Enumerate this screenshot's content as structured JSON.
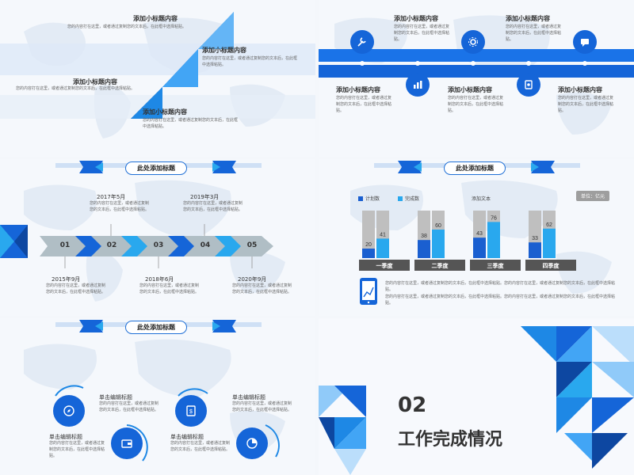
{
  "slide1": {
    "items": [
      {
        "title": "添加小标题内容",
        "text": "您的内容打在这里，或者通过复制您的文本后，在此框中选择粘贴。"
      },
      {
        "title": "添加小标题内容",
        "text": "您的内容打在这里，或者通过复制您的文本后，在此框中选择粘贴。"
      },
      {
        "title": "添加小标题内容",
        "text": "您的内容打在这里，或者通过复制您的文本后，在此框中选择粘贴。"
      },
      {
        "title": "添加小标题内容",
        "text": "您的内容打在这里，或者通过复制您的文本后，在此框中选择粘贴。"
      }
    ]
  },
  "slide2": {
    "top_items": [
      {
        "title": "添加小标题内容",
        "text": "您的内容打在这里，或者通过复制您的文本后，在此框中选择粘贴。"
      },
      {
        "title": "添加小标题内容",
        "text": "您的内容打在这里，或者通过复制您的文本后，在此框中选择粘贴。"
      }
    ],
    "bottom_items": [
      {
        "title": "添加小标题内容",
        "text": "您的内容打在这里，或者通过复制您的文本后，在此框中选择粘贴。"
      },
      {
        "title": "添加小标题内容",
        "text": "您的内容打在这里，或者通过复制您的文本后，在此框中选择粘贴。"
      },
      {
        "title": "添加小标题内容",
        "text": "您的内容打在这里，或者通过复制您的文本后，在此框中选择粘贴。"
      }
    ]
  },
  "slide3": {
    "header": "此处添加标题",
    "steps": [
      "01",
      "02",
      "03",
      "04",
      "05"
    ],
    "milestones_top": [
      {
        "date": "2017年5月",
        "text": "您的内容打在这里，或者通过复制您的文本后，在此框中选择粘贴。"
      },
      {
        "date": "2019年3月",
        "text": "您的内容打在这里，或者通过复制您的文本后，在此框中选择粘贴。"
      }
    ],
    "milestones_bottom": [
      {
        "date": "2015年9月",
        "text": "您的内容打在这里，或者通过复制您的文本后，在此框中选择粘贴。"
      },
      {
        "date": "2018年6月",
        "text": "您的内容打在这里，或者通过复制您的文本后，在此框中选择粘贴。"
      },
      {
        "date": "2020年9月",
        "text": "您的内容打在这里，或者通过复制您的文本后，在此框中选择粘贴。"
      }
    ]
  },
  "slide4": {
    "header": "此处添加标题",
    "chart_title": "添加文本",
    "unit": "单位：亿元",
    "text1": "您的内容打在这里，或者通过复制您的文本后，在此框中选择粘贴。您的内容打在这里，或者通过复制您的文本后，在此框中选择粘贴。",
    "text2": "您的内容打在这里，或者通过复制您的文本后，在此框中选择粘贴。您的内容打在这里，或者通过复制您的文本后，在此框中选择粘贴。"
  },
  "chart_data": {
    "type": "bar",
    "categories": [
      "一季度",
      "二季度",
      "三季度",
      "四季度"
    ],
    "series": [
      {
        "name": "计划数",
        "values": [
          20,
          38,
          43,
          33
        ],
        "color": "#1a5fd0"
      },
      {
        "name": "完成数",
        "values": [
          41,
          60,
          76,
          62
        ],
        "color": "#29a8ee"
      }
    ],
    "ylim": [
      0,
      100
    ],
    "legend": "top-left",
    "grid": false
  },
  "slide5": {
    "header": "此处添加标题",
    "items": [
      {
        "title": "单击编辑标题",
        "text": "您的内容打在这里，或者通过复制您的文本后，在此框中选择粘贴。"
      },
      {
        "title": "单击编辑标题",
        "text": "您的内容打在这里，或者通过复制您的文本后，在此框中选择粘贴。"
      },
      {
        "title": "单击编辑标题",
        "text": "您的内容打在这里，或者通过复制您的文本后，在此框中选择粘贴。"
      },
      {
        "title": "单击编辑标题",
        "text": "您的内容打在这里，或者通过复制您的文本后，在此框中选择粘贴。"
      }
    ]
  },
  "slide6": {
    "number": "02",
    "title": "工作完成情况"
  },
  "colors": {
    "primary": "#1565d8",
    "secondary": "#29a8ee",
    "dark": "#0d47a1",
    "grey_bar": "#bfbfbf",
    "label_bar": "#555555"
  }
}
